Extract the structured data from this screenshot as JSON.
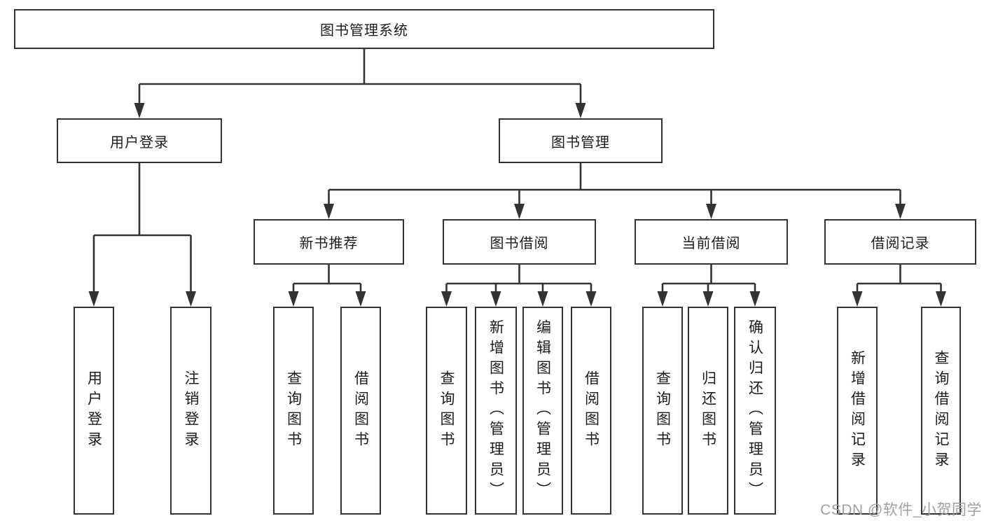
{
  "tree": {
    "root": {
      "label": "图书管理系统"
    },
    "branches": [
      {
        "label": "用户登录",
        "leaves": [
          {
            "label": "用户登录"
          },
          {
            "label": "注销登录"
          }
        ]
      },
      {
        "label": "图书管理",
        "groups": [
          {
            "label": "新书推荐",
            "leaves": [
              {
                "label": "查询图书"
              },
              {
                "label": "借阅图书"
              }
            ]
          },
          {
            "label": "图书借阅",
            "leaves": [
              {
                "label": "查询图书"
              },
              {
                "label": "新增图书（管理员）"
              },
              {
                "label": "编辑图书（管理员）"
              },
              {
                "label": "借阅图书"
              }
            ]
          },
          {
            "label": "当前借阅",
            "leaves": [
              {
                "label": "查询图书"
              },
              {
                "label": "归还图书"
              },
              {
                "label": "确认归还（管理员）"
              }
            ]
          },
          {
            "label": "借阅记录",
            "leaves": [
              {
                "label": "新增借阅记录"
              },
              {
                "label": "查询借阅记录"
              }
            ]
          }
        ]
      }
    ]
  },
  "watermark": {
    "text": "CSDN @软件_小贺同学"
  },
  "colors": {
    "line": "#333333",
    "border": "#333333",
    "text": "#1c1c1c",
    "background": "#ffffff",
    "watermark": "#a0a0a0"
  }
}
